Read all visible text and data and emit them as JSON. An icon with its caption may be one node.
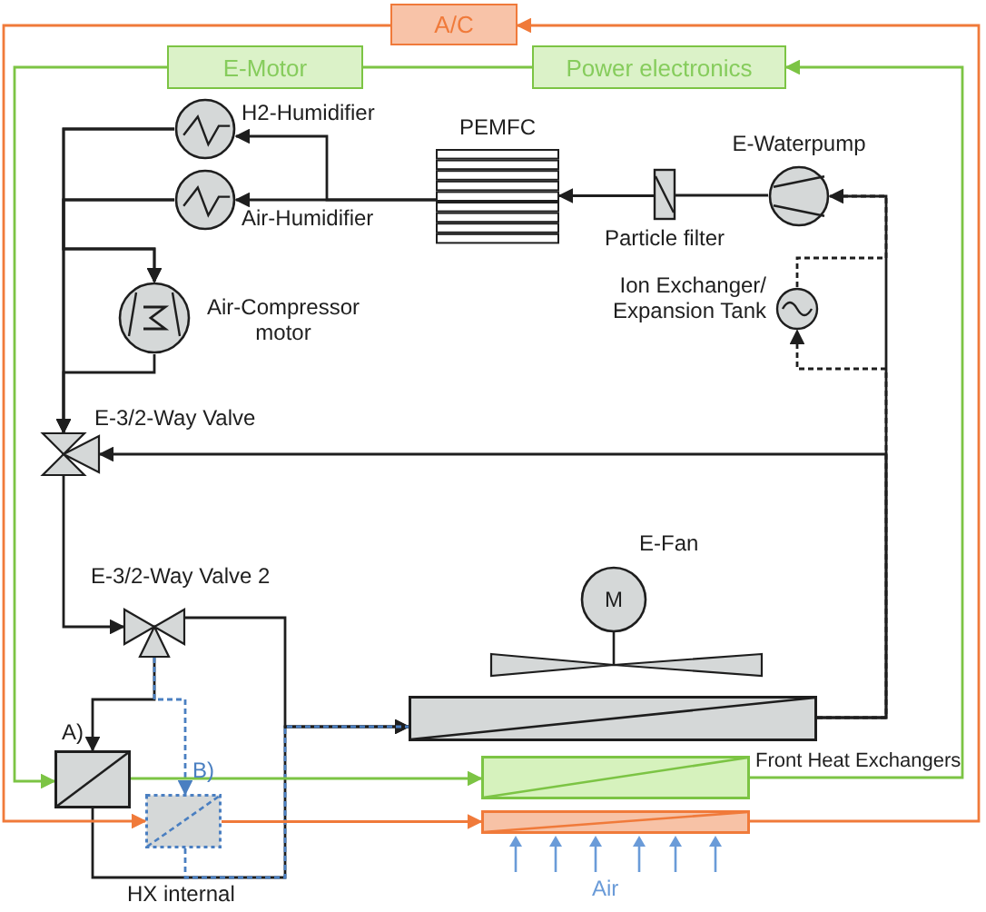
{
  "diagram": {
    "nodes": [
      {
        "text": [
          "A/C"
        ]
      },
      {
        "text": [
          "E-Motor"
        ]
      },
      {
        "text": [
          "Power electronics"
        ]
      },
      {
        "text": [
          "H2-Humidifier"
        ]
      },
      {
        "text": [
          "Air-Humidifier"
        ]
      },
      {
        "text": [
          "PEMFC"
        ]
      },
      {
        "text": [
          "Particle filter"
        ]
      },
      {
        "text": [
          "E-Waterpump"
        ]
      },
      {
        "text": [
          "Ion Exchanger/ Expansion Tank"
        ]
      },
      {
        "text": [
          "Air-Compressor motor"
        ]
      },
      {
        "text": [
          "E-3/2-Way Valve"
        ]
      },
      {
        "text": [
          "E-3/2-Way Valve 2"
        ]
      },
      {
        "text": [
          "E-Fan",
          "M"
        ]
      },
      {
        "text": [],
        "shape": "box"
      },
      {
        "text": [],
        "shape": "box"
      },
      {
        "text": [],
        "shape": "box"
      },
      {
        "text": [
          "A)"
        ]
      },
      {
        "text": [
          "B)"
        ]
      }
    ],
    "edges": [
      {
        "from": 13,
        "to": 7,
        "arrow": "to"
      },
      {
        "from": 7,
        "to": 6,
        "arrow": "none"
      },
      {
        "from": 6,
        "to": 5,
        "arrow": "to"
      },
      {
        "from": 5,
        "to": 4,
        "arrow": "to"
      },
      {
        "from": 5,
        "to": 3,
        "arrow": "to"
      },
      {
        "from": 3,
        "to": 9,
        "arrow": "to"
      },
      {
        "from": 4,
        "to": 9,
        "arrow": "to"
      },
      {
        "from": 3,
        "to": 10,
        "arrow": "to"
      },
      {
        "from": 4,
        "to": 10,
        "arrow": "to"
      },
      {
        "from": 9,
        "to": 10,
        "arrow": "to"
      },
      {
        "from": 13,
        "to": 8,
        "arrow": "to",
        "style": "dashed"
      },
      {
        "from": 8,
        "to": 7,
        "arrow": "none",
        "style": "dashed"
      },
      {
        "from": 13,
        "to": 10,
        "arrow": "to"
      },
      {
        "from": 10,
        "to": 11,
        "arrow": "to"
      },
      {
        "from": 11,
        "to": 13,
        "arrow": "to"
      },
      {
        "from": 11,
        "to": 16,
        "arrow": "to"
      },
      {
        "from": 16,
        "to": 13,
        "arrow": "to"
      },
      {
        "from": 11,
        "to": 17,
        "arrow": "to",
        "style": "dashed",
        "color": "#4a7fc1"
      },
      {
        "from": 17,
        "to": 13,
        "arrow": "none",
        "style": "dashed",
        "color": "#4a7fc1"
      },
      {
        "from": 1,
        "to": 16,
        "arrow": "to",
        "color": "#7cc444"
      },
      {
        "from": 16,
        "to": 14,
        "arrow": "to",
        "color": "#7cc444"
      },
      {
        "from": 14,
        "to": 2,
        "arrow": "to",
        "color": "#7cc444"
      },
      {
        "from": 2,
        "to": 1,
        "arrow": "none",
        "color": "#7cc444"
      },
      {
        "from": 0,
        "to": 17,
        "arrow": "to",
        "color": "#f07a3a"
      },
      {
        "from": 17,
        "to": 15,
        "arrow": "to",
        "color": "#f07a3a"
      },
      {
        "from": 15,
        "to": 0,
        "arrow": "to",
        "color": "#f07a3a"
      }
    ],
    "labels": [
      "Front Heat Exchangers",
      "HX internal",
      "Air"
    ]
  }
}
